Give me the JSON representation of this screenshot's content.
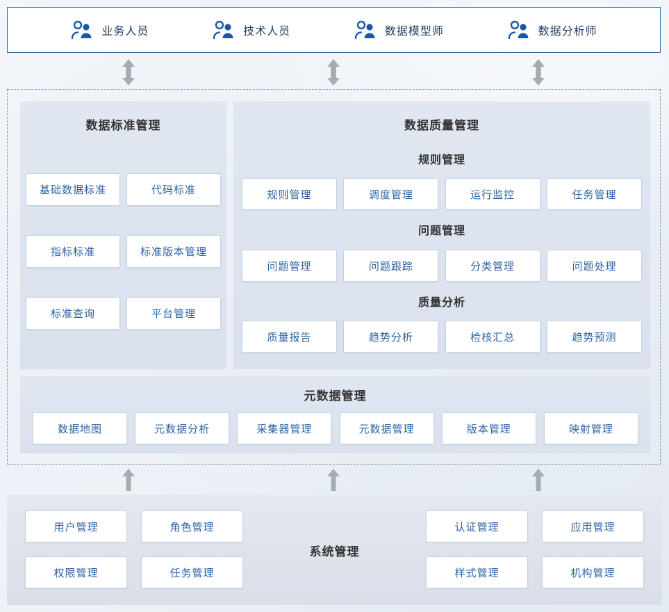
{
  "colors": {
    "accent_blue": "#2e62a3",
    "icon_blue": "#1c57a5",
    "top_bar_border": "#3a66a8",
    "panel_bg": "#dde4ef",
    "module_border": "#c5d3e5",
    "title_text": "#333333",
    "arrow_gray": "#a6abb3",
    "dashed_border": "#8696ae"
  },
  "roles": [
    {
      "label": "业务人员",
      "icon": "users-icon"
    },
    {
      "label": "技术人员",
      "icon": "users-icon"
    },
    {
      "label": "数据模型师",
      "icon": "users-icon"
    },
    {
      "label": "数据分析师",
      "icon": "users-icon"
    }
  ],
  "standards_panel": {
    "title": "数据标准管理",
    "items": [
      "基础数据标准",
      "代码标准",
      "指标标准",
      "标准版本管理",
      "标准查询",
      "平台管理"
    ]
  },
  "quality_panel": {
    "title": "数据质量管理",
    "groups": [
      {
        "title": "规则管理",
        "items": [
          "规则管理",
          "调度管理",
          "运行监控",
          "任务管理"
        ]
      },
      {
        "title": "问题管理",
        "items": [
          "问题管理",
          "问题跟踪",
          "分类管理",
          "问题处理"
        ]
      },
      {
        "title": "质量分析",
        "items": [
          "质量报告",
          "趋势分析",
          "检核汇总",
          "趋势预测"
        ]
      }
    ]
  },
  "metadata_panel": {
    "title": "元数据管理",
    "items": [
      "数据地图",
      "元数据分析",
      "采集器管理",
      "元数据管理",
      "版本管理",
      "映射管理"
    ]
  },
  "system_panel": {
    "title": "系统管理",
    "left_items": [
      "用户管理",
      "角色管理",
      "权限管理",
      "任务管理"
    ],
    "right_items": [
      "认证管理",
      "应用管理",
      "样式管理",
      "机构管理"
    ]
  }
}
